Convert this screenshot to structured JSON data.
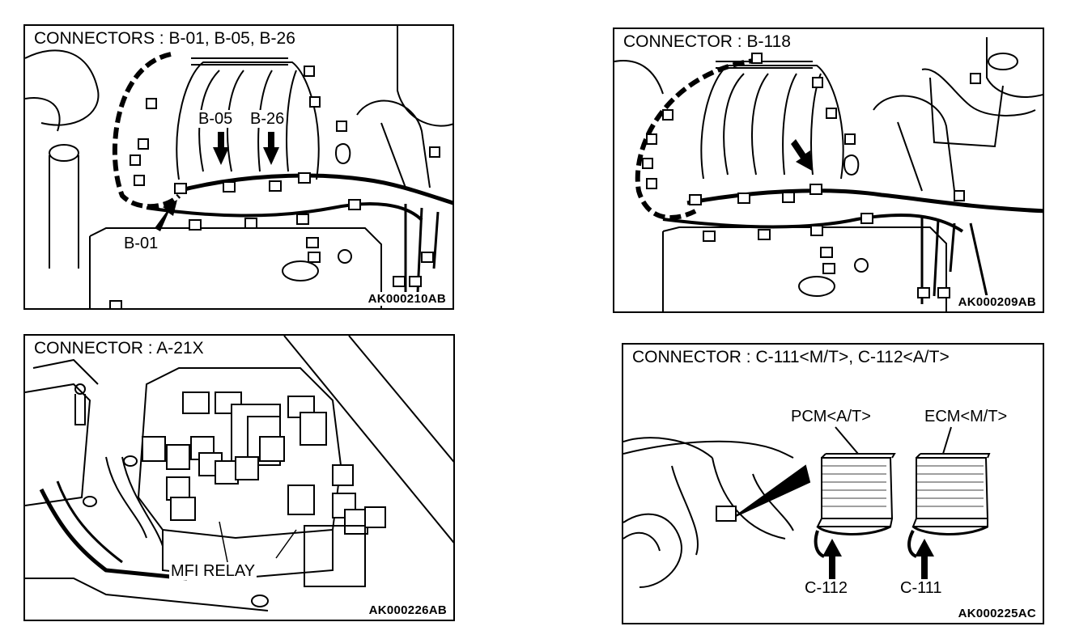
{
  "panels": {
    "tl": {
      "title": "CONNECTORS : B-01, B-05, B-26",
      "code": "AK000210AB",
      "labels": {
        "b05": "B-05",
        "b26": "B-26",
        "b01": "B-01"
      }
    },
    "tr": {
      "title": "CONNECTOR : B-118",
      "code": "AK000209AB"
    },
    "bl": {
      "title": "CONNECTOR : A-21X",
      "code": "AK000226AB",
      "labels": {
        "mfi": "MFI RELAY"
      }
    },
    "br": {
      "title": "CONNECTOR : C-111<M/T>, C-112<A/T>",
      "code": "AK000225AC",
      "labels": {
        "pcm": "PCM<A/T>",
        "ecm": "ECM<M/T>",
        "c112": "C-112",
        "c111": "C-111"
      }
    }
  }
}
